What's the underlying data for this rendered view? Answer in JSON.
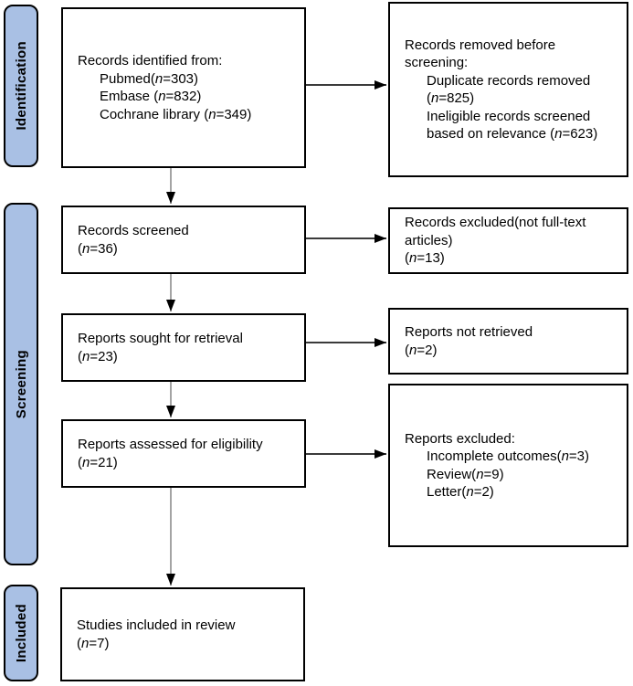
{
  "stages": {
    "identification": {
      "label": "Identification"
    },
    "screening": {
      "label": "Screening"
    },
    "included": {
      "label": "Included"
    }
  },
  "flow": {
    "records_identified": {
      "lines": [
        "Records identified from:",
        "Pubmed(n=303)",
        "Embase (n=832)",
        "Cochrane library (n=349)"
      ]
    },
    "records_removed": {
      "lines": [
        "Records removed before",
        "screening:",
        "Duplicate records removed",
        "(n=825)",
        "Ineligible records screened",
        "based on relevance (n=623)"
      ]
    },
    "records_screened": {
      "lines": [
        "Records screened",
        "(n=36)"
      ]
    },
    "records_excluded": {
      "lines": [
        "Records excluded(not full-text",
        "articles)",
        "(n=13)"
      ]
    },
    "reports_sought": {
      "lines": [
        "Reports sought for retrieval",
        "(n=23)"
      ]
    },
    "reports_not_retrieved": {
      "lines": [
        "Reports not retrieved",
        "(n=2)"
      ]
    },
    "reports_assessed": {
      "lines": [
        "Reports assessed for eligibility",
        "(n=21)"
      ]
    },
    "reports_excluded": {
      "lines": [
        "Reports excluded:",
        "Incomplete outcomes(n=3)",
        "Review(n=9)",
        "Letter(n=2)"
      ]
    },
    "studies_included": {
      "lines": [
        "Studies included in review",
        "(n=7)"
      ]
    }
  },
  "colors": {
    "background": "#ffffff",
    "stage_fill": "#a9c0e4",
    "box_border": "#000000",
    "arrow_line_v": "#858585",
    "arrow_line_h": "#1f1f1f",
    "arrow_head": "#000000"
  }
}
